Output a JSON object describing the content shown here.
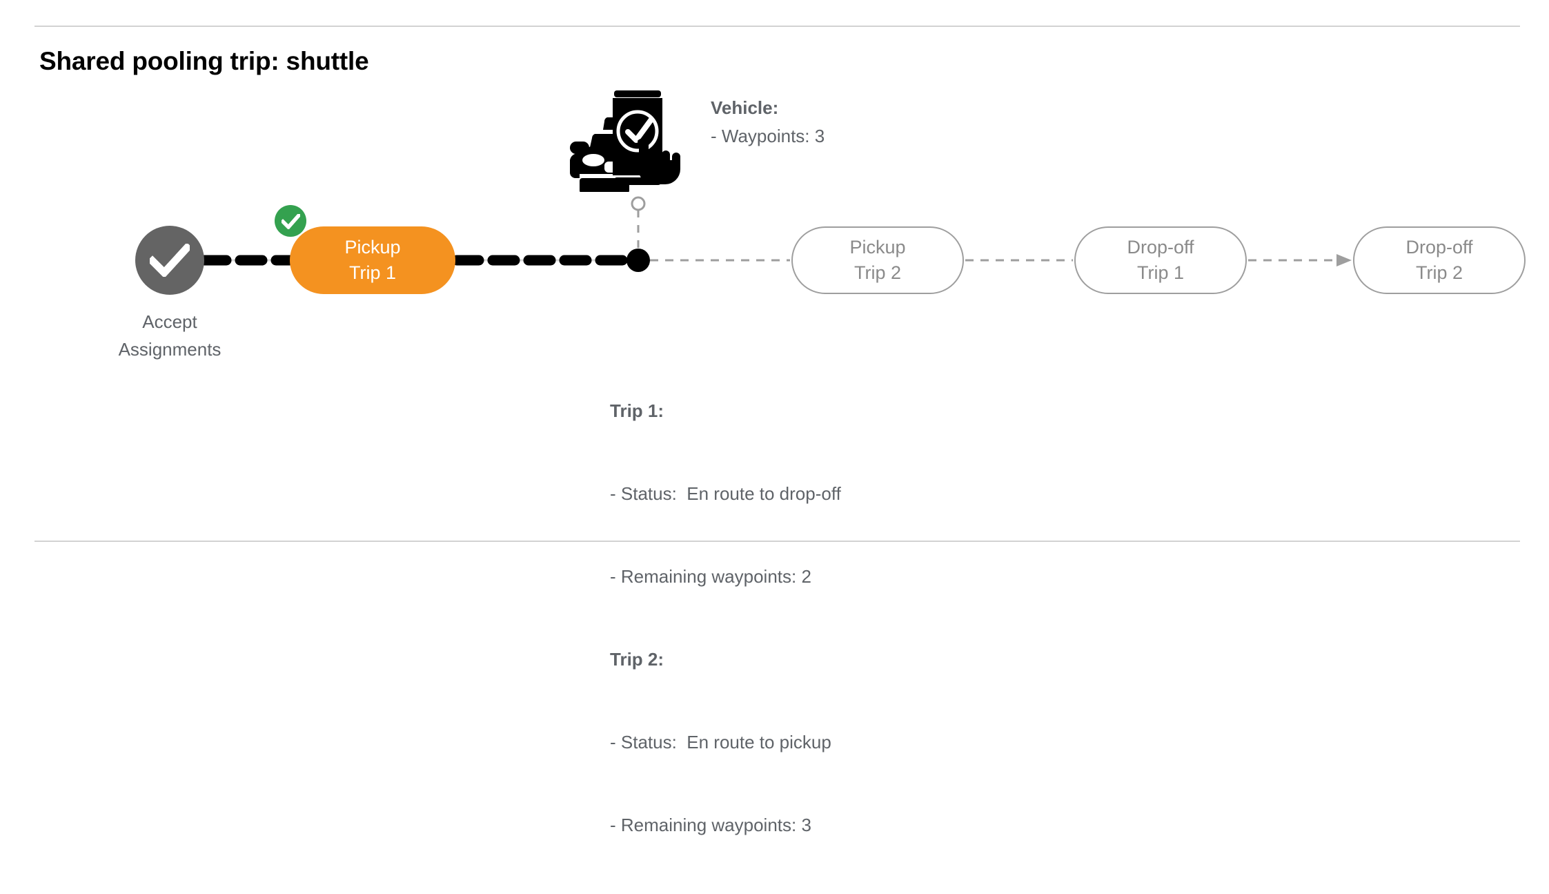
{
  "header": {
    "title": "Shared pooling trip: shuttle"
  },
  "flow": {
    "start_node": {
      "icon": "check-circle-icon",
      "label_line1": "Accept",
      "label_line2": "Assignments",
      "color": "#646464"
    },
    "nodes": [
      {
        "id": "pickup-trip-1",
        "line1": "Pickup",
        "line2": "Trip 1",
        "state": "active",
        "completed_badge": "check-badge-icon",
        "color": "#f49220"
      },
      {
        "id": "pickup-trip-2",
        "line1": "Pickup",
        "line2": "Trip 2",
        "state": "pending",
        "color": "#9e9e9e"
      },
      {
        "id": "dropoff-trip-1",
        "line1": "Drop-off",
        "line2": "Trip 1",
        "state": "pending",
        "color": "#9e9e9e"
      },
      {
        "id": "dropoff-trip-2",
        "line1": "Drop-off",
        "line2": "Trip 2",
        "state": "pending",
        "color": "#9e9e9e"
      }
    ]
  },
  "vehicle": {
    "icon": "car-phone-check-icon",
    "heading": "Vehicle:",
    "waypoints_line": "- Waypoints: 3"
  },
  "trips": {
    "trip1_heading": "Trip 1:",
    "trip1_status": "- Status:  En route to drop-off",
    "trip1_waypoints": "- Remaining waypoints: 2",
    "trip2_heading": "Trip 2:",
    "trip2_status": "- Status:  En route to pickup",
    "trip2_waypoints": "- Remaining waypoints: 3"
  }
}
